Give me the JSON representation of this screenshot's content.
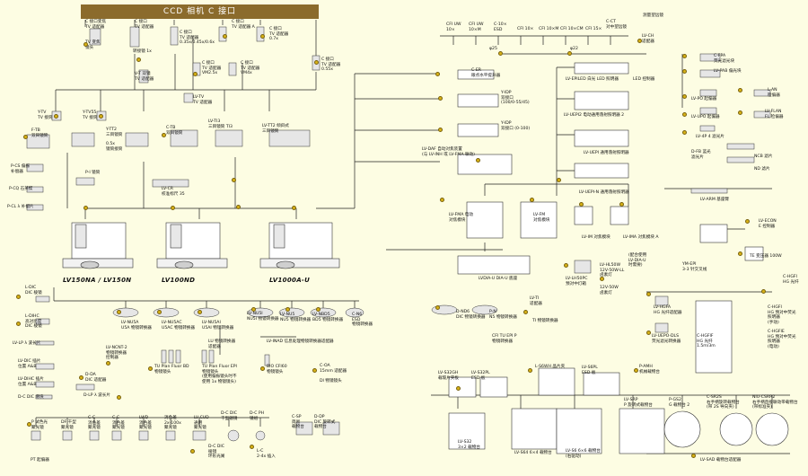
{
  "header": {
    "title": "CCD 相机 C 接口"
  },
  "labels": {
    "c_tv_adapter_swap": "C 接口变焦\nTV 适配器",
    "tv_zoom_lens": "TV 变焦\n镜头",
    "c_tv_adapter_2": "C 接口\nTV 适配器",
    "c_tv_adapter_0_35": "C 接口\nTV 适配器\n0.35x/0.45x/0.6x",
    "c_tv_adapter_a": "C 接口\nTV 适配器 A",
    "c_tv_adapter_0_7": "C 接口\nTV 适配器\n0.7x",
    "relay_lens": "转接镜 1x",
    "vt_tv_adapter": "V-T 双镜\nTV 适配器",
    "c_tv_adapter_vm2_5": "C 接口\nTV 适配器\nVM2.5x",
    "c_tv_adapter_vm4": "C 接口\nTV 适配器\nVM4x",
    "c_tv_adapter_0_55": "C 接口\nTV 适配器\n0.55x",
    "lv_tv": "LV-TV\nTV 适配器",
    "y_tv": "Y-TV\nTV 接筒",
    "y_tv55": "Y-TV55\nTV 接筒",
    "f_tb": "F-TB\n双目镜筒",
    "y_tt2": "Y-TT2\n三目镜筒",
    "erect_tube": "0.5x\n镜筒接筒",
    "c_tb": "C-TB\n双目镜筒",
    "lv_ti3": "LV-TI3\n三目镜筒 TI3",
    "lv_tt2": "LV-TT2 倾斜式\n三目镜筒",
    "p_cs": "P-CS 偏振\n补偿器",
    "p_i": "P-I 镜筒",
    "p_cq": "P-CQ 石英楔",
    "p_cl": "P-CL λ 补偿片",
    "lv_cr": "LV-CR\n校准标尺 35",
    "lv150na": "LV150NA / LV150N",
    "lv100nd": "LV100ND",
    "lv1000a": "LV1000A-U",
    "c_er": "C-ER\n眼点水平提升器",
    "y_idp_55": "Y-IDP\n双接口\n(100/0-55/45)",
    "y_idp_100": "Y-IDP\n双接口 (0-100)",
    "lv_daf": "LV-DAF 自动对焦装置\n(与 LV-INH 或 LV-FMA 联动)",
    "c_uw": "CFI UW\n10×",
    "c_uw_m": "CFI UW\n10×M",
    "c_10_esd": "C-10×\nESD",
    "cfi_10": "CFI 10×",
    "cfi_10m": "CFI 10×M",
    "cfi_10cm": "CFI 10×CM",
    "cfi_15": "CFI 15×",
    "c_ct": "C-CT\n对中望远镜",
    "measure_tele": "测量望远镜",
    "c_25": "φ25",
    "c_22": "φ22",
    "lv_ch": "LV-CH\n适配器",
    "lv_epiled": "LV-EPILED 白光 LED 照明器",
    "led_ctrl": "LED 控制器",
    "lv_uepi2": "LV-UEPI2 电动通用落射照明器 2",
    "lv_uepi": "LV-UEPI 通用落射照明器",
    "lv_uepi_n": "LV-UEPI-N 通用落射照明器",
    "lv_fma": "LV-FMA 电动\n对焦模块",
    "lv_fm": "LV-FM\n对焦模块",
    "lv_im": "LV-IM 对焦模块",
    "lv_ima": "LV-IMA 对焦模块 A",
    "lv_arm": "LV-ARM 基座臂",
    "lvdia_u": "LVDIA-U DIA-U 底座",
    "lv_hl50w": "LV-HL50W\n12V-50W-LL\n卤素灯",
    "lv_hgpc": "LV-LH50PC\n预对中灯箱",
    "halogen_note": "(配合使用\nLV-DIA-U\n时需要)",
    "halogen_12v": "12V-50W\n卤素灯",
    "c_fpa": "C-FPA\n荧光滤光块",
    "lv_pab": "LV-PAB 偏光块",
    "lv_po": "LV-PO 起偏器",
    "lv_upo": "LV-UPO 起偏器",
    "l_an": "L-AN\n检偏器",
    "lv_flan": "LV-FLAN\nFL 检偏器",
    "lv_4p": "LV-4P 4 滤光片",
    "d_fb": "D-FB 蓝光\n滤光片",
    "ncb": "NCB 滤片",
    "nd": "ND 滤片",
    "lv_econ": "LV-ECON\nE 控制器",
    "te_100w": "TE 变压器 100W",
    "ym_epi": "YM-EPI\n3-3 针交叉线",
    "c_hgfi": "C-HGFI\nHG 光纤",
    "c_hgfie": "C-HGFIE\nHG 预对中荧光\n照明器\n(电动)",
    "c_hgfi_lamp": "C-HGFI\nHG 预对中荧光\n照明器\n(手动)",
    "lv_hgfa": "LV-HGFA\nHG 光纤适配器",
    "lv_epo_dls": "LV-UEPO-DLS\n荧光滤光转换器",
    "c_hgfif": "C-HGFIF\nHG 光纤\n1.5m/3m",
    "l_dic": "L-DIC\nDIC 棱镜",
    "l_dihc": "L-DIHC\n高对比度\nDIC 棱镜",
    "lv_lp": "LV-LP λ 波长片",
    "lv_nu5a": "LV-NU5A\nU5A 物镜转换器",
    "lv_nu5ac": "LV-NU5AC\nU5AC 物镜转换器",
    "lv_nu5ai": "LV-NU5AI\nU5AI 物镜转换器",
    "lv_nu5i": "LV-NU5I\nNU5I 物镜转换器",
    "lv_nu5": "LV-NU5\nNU5 物镜转换器",
    "lv_nbd5": "LV-NBD5\nBD5 物镜转换器",
    "c_n6": "C-N6\nESD\n物镜转换器",
    "d_nd6": "D-ND6\nDIC 物镜转换器",
    "p_n": "P-N\nN5 物镜转换器",
    "lv_ti": "LV-TI\n适配器",
    "ti_conv": "TI 物镜转换器",
    "cfi_tu_epi": "CFI TU EPI P\n物镜转换器",
    "lv_inad": "LV-INAD 电动物镜转换器\n控制器",
    "lv_ncnt2": "LV-NCNT-2\n物镜转换器\n控制器",
    "lu_conv": "LU 物镜转换器\n适配器",
    "lv_inad2": "LV-INAD 信息处理物镜转换器适配器",
    "tu_plan_bd": "TU Plan Fluor BD\n物镜镜头",
    "tu_plan_epi": "TU Plan Fluor EPI\n物镜镜头\n(使用偏振镜头时不\n使用 1x 物镜镜头)",
    "bio_cfi": "BIO CFI60\n物镜镜头",
    "c_oa": "C-OA\n15mm 适配器",
    "di_lens": "DI 物镜镜头",
    "lv_dic_ab": "LV-DIC 插片\n位置 A&B",
    "lv_dihc_ab": "LV-DIHC 插片\n位置 A&B",
    "d_da": "D-DA\nDIC 适配器",
    "d_lp": "D-LP λ 波长片",
    "d_c_dic": "D-C DIC 滑块",
    "p_tube": "P 试色光\n聚光镜",
    "df_tube": "DF 干型\n聚光镜",
    "c_c": "C-C\n消色差\n聚光镜",
    "c_c2": "C-C\n消色差\n聚光镜",
    "lwd": "LWD\n消色差\n聚光镜",
    "lwd_2x": "消色差\n2x-100x\n聚光镜",
    "lv_cud": "LV-CUD\n通用\n聚光镜",
    "d_c_dic2": "D-C DIC\n干型镜镜",
    "d_c_ph": "D-C PH\n镜组",
    "pt_adapter": "PT 起偏器",
    "d_c_dic3": "D-C DIC\n棱镜\n环形光阑",
    "l_c": "L-C\n2-4x 插入",
    "c_sp": "C-SP\n简易\n载物台",
    "d_dp": "D-DP\nDIC 旋转式\n载物台",
    "lv_s32gh": "LV-S32GH\n载玻片夹板",
    "lv_s32pl": "LV-S32PL\nESD 板",
    "lv_s32": "LV-S32\n3×2 载物台",
    "l_s6wh": "L-S6WH 晶片夹",
    "lv_s6pl": "LV-S6PL\nESD 板",
    "lv_s64": "LV-S64 6×4 载物台",
    "lv_s6": "LV-S6 6×6 载物台\n(右驱动)",
    "p_amh": "P-AMH\n机械载物台",
    "lv_srp": "LV-SRP\nP 旋转式载物台",
    "p_gs2": "P-GS2\nG 载物台 2",
    "c_sr2s": "C-SR2S\n右手柄旋转载物台\n(带 2S 导向夹)",
    "nu_csrr2": "NIU-CSRR2\n右手柄直接联动带载物台\n(带标准夹)",
    "lv_sad": "LV-SAD 载物台适配器"
  }
}
